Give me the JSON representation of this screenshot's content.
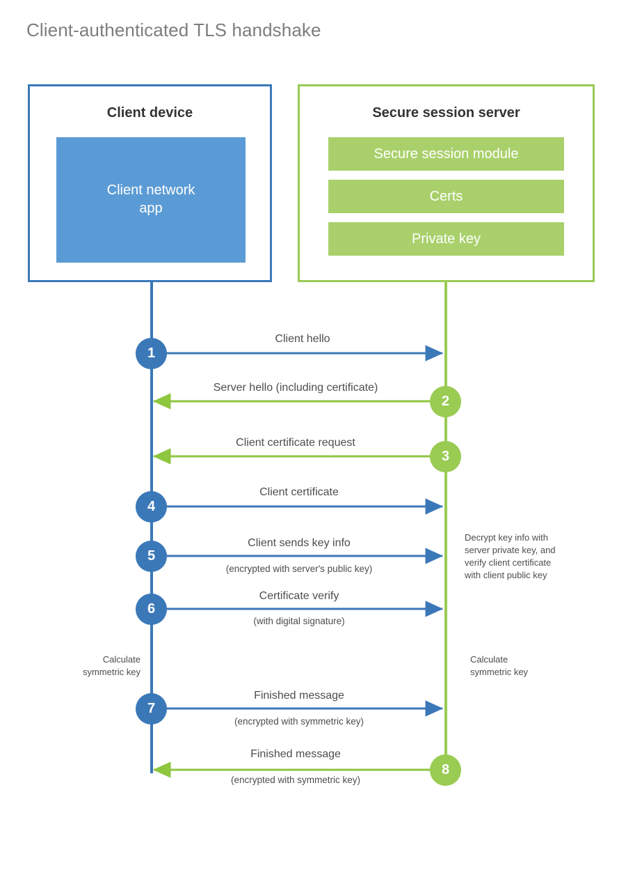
{
  "title": "Client-authenticated TLS handshake",
  "colors": {
    "client_blue": "#3b78b8",
    "client_app_fill": "#5b9bd5",
    "server_green": "#9acb53",
    "server_bar_fill": "#a9d06b",
    "text_gray": "#4d4d4d",
    "title_gray": "#7d7d7d"
  },
  "client": {
    "title": "Client device",
    "app_label": "Client network\napp",
    "app_label_line1": "Client network",
    "app_label_line2": "app"
  },
  "server": {
    "title": "Secure session server",
    "components": [
      {
        "label": "Secure session module"
      },
      {
        "label": "Certs"
      },
      {
        "label": "Private key"
      }
    ]
  },
  "steps": [
    {
      "number": "1",
      "side": "client",
      "direction": "right",
      "label": "Client hello",
      "sublabel": ""
    },
    {
      "number": "2",
      "side": "server",
      "direction": "left",
      "label": "Server hello (including certificate)",
      "sublabel": ""
    },
    {
      "number": "3",
      "side": "server",
      "direction": "left",
      "label": "Client certificate request",
      "sublabel": ""
    },
    {
      "number": "4",
      "side": "client",
      "direction": "right",
      "label": "Client certificate",
      "sublabel": ""
    },
    {
      "number": "5",
      "side": "client",
      "direction": "right",
      "label": "Client sends key info",
      "sublabel": "(encrypted with server's public key)"
    },
    {
      "number": "6",
      "side": "client",
      "direction": "right",
      "label": "Certificate verify",
      "sublabel": "(with digital signature)"
    },
    {
      "number": "7",
      "side": "client",
      "direction": "right",
      "label": "Finished message",
      "sublabel": "(encrypted with symmetric key)"
    },
    {
      "number": "8",
      "side": "server",
      "direction": "left",
      "label": "Finished message",
      "sublabel": "(encrypted with symmetric key)"
    }
  ],
  "notes": {
    "server_decrypt": "Decrypt key info with server private key, and verify client certificate with client public key",
    "server_decrypt_lines": {
      "l1": "Decrypt key info with",
      "l2": "server private key, and",
      "l3": "verify client certificate",
      "l4": "with client public key"
    },
    "client_calculate": {
      "l1": "Calculate",
      "l2": "symmetric key"
    },
    "server_calculate": {
      "l1": "Calculate",
      "l2": "symmetric key"
    }
  }
}
